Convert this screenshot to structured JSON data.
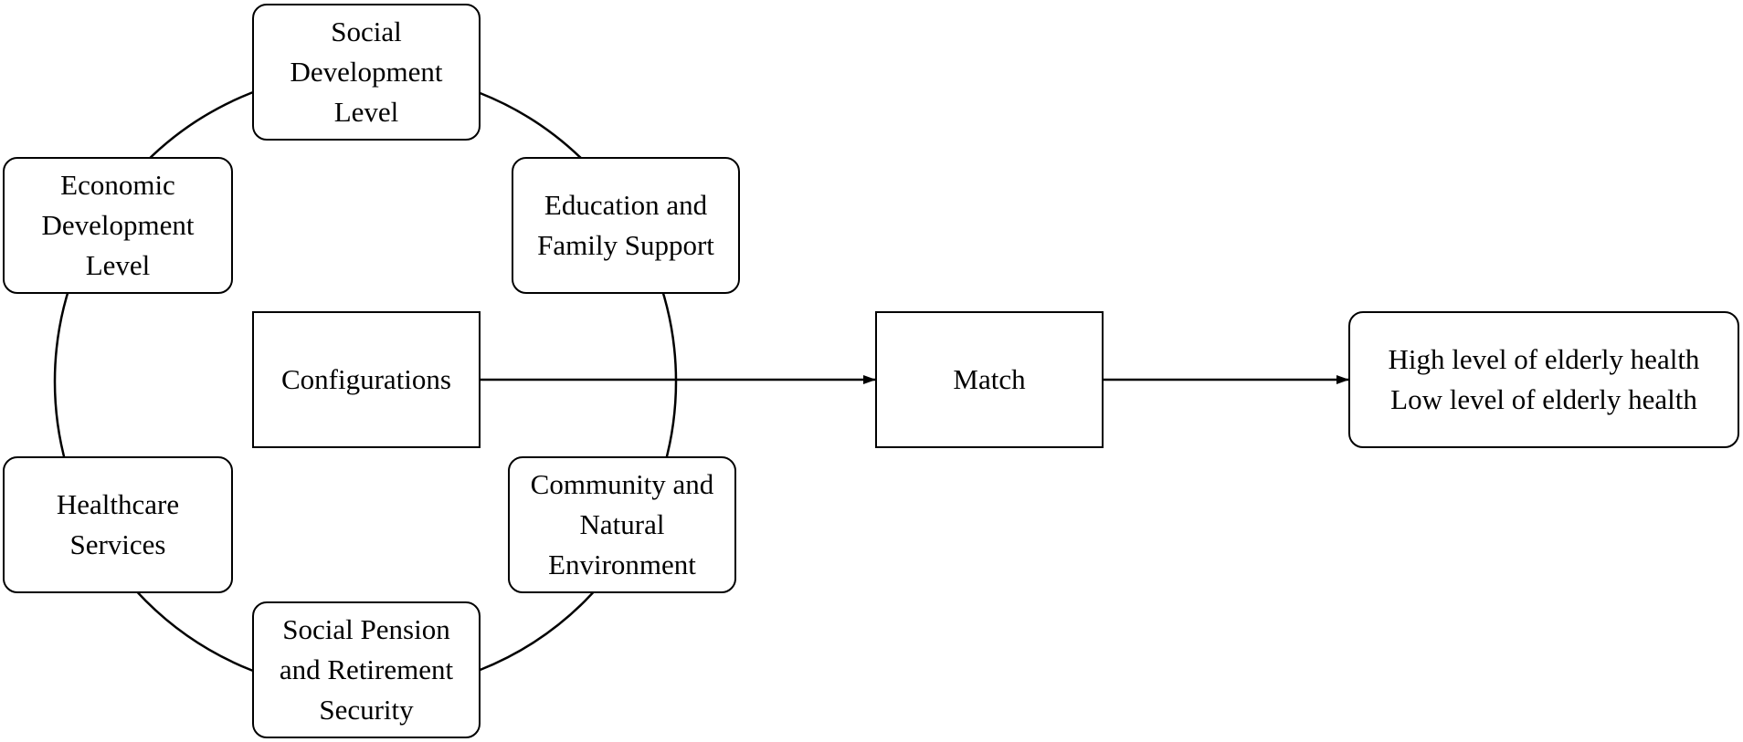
{
  "diagram": {
    "factors": [
      {
        "id": "social-development",
        "lines": [
          "Social",
          "Development",
          "Level"
        ]
      },
      {
        "id": "education-family",
        "lines": [
          "Education and",
          "Family Support"
        ]
      },
      {
        "id": "community-environment",
        "lines": [
          "Community and",
          "Natural",
          "Environment"
        ]
      },
      {
        "id": "pension-retirement",
        "lines": [
          "Social Pension",
          "and Retirement",
          "Security"
        ]
      },
      {
        "id": "healthcare",
        "lines": [
          "Healthcare",
          "Services"
        ]
      },
      {
        "id": "economic-development",
        "lines": [
          "Economic",
          "Development",
          "Level"
        ]
      }
    ],
    "configurations": {
      "label": "Configurations"
    },
    "match": {
      "label": "Match"
    },
    "outcome": {
      "lines": [
        "High level of elderly health",
        "Low level of elderly health"
      ]
    },
    "colors": {
      "stroke": "#000000",
      "background": "#ffffff"
    }
  }
}
